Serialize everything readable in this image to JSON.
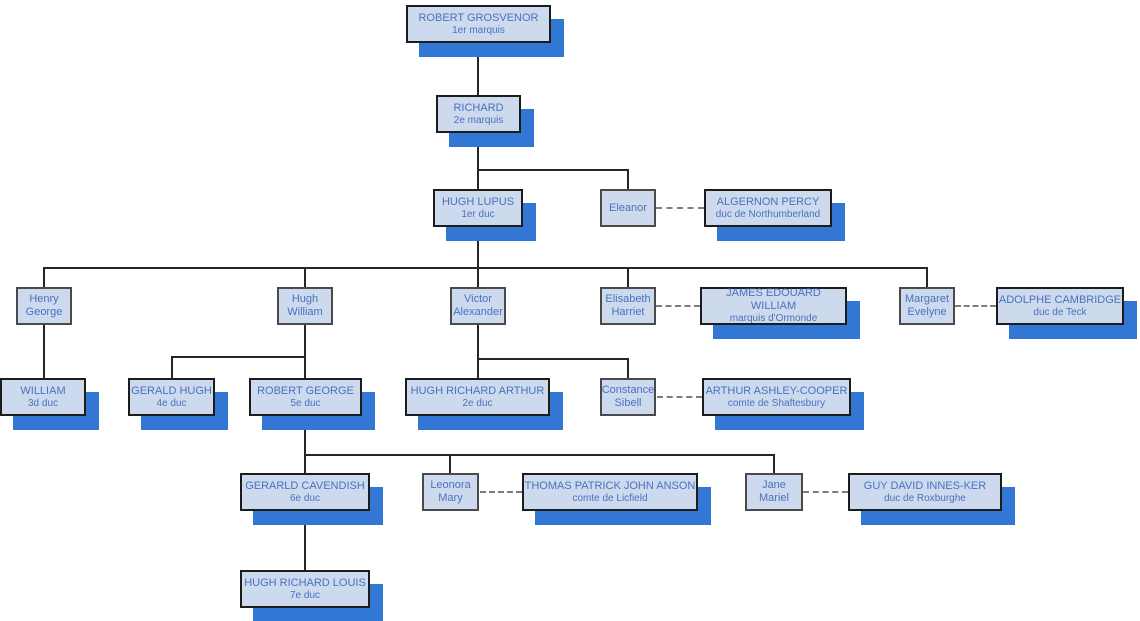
{
  "colors": {
    "box_fill": "#cdd9ec",
    "titled_box_border": "#1c1c1c",
    "small_box_border": "#4a4a4a",
    "box_shadow_blue": "#3377d4",
    "text_blue": "#4a72c0",
    "solid_line": "#262626",
    "dashed_line": "#7d7d7d"
  },
  "people": {
    "robert_grosvenor": {
      "name": "ROBERT GROSVENOR",
      "title": "1er marquis"
    },
    "richard": {
      "name": "RICHARD",
      "title": "2e marquis"
    },
    "hugh_lupus": {
      "name": "HUGH LUPUS",
      "title": "1er duc"
    },
    "eleanor": {
      "name": "Eleanor"
    },
    "algernon_percy": {
      "name": "ALGERNON PERCY",
      "title": "duc de Northumberland"
    },
    "henry_george": {
      "name": "Henry George"
    },
    "hugh_william": {
      "name": "Hugh William"
    },
    "victor_alexander": {
      "name": "Victor Alexander"
    },
    "elisabeth_harriet": {
      "name": "Elisabeth Harriet"
    },
    "james_edouard_william": {
      "name": "JAMES EDOUARD WILLIAM",
      "title": "marquis d'Ormonde"
    },
    "margaret_evelyne": {
      "name": "Margaret Evelyne"
    },
    "adolphe_cambridge": {
      "name": "ADOLPHE CAMBRIDGE",
      "title": "duc de Teck"
    },
    "william": {
      "name": "WILLIAM",
      "title": "3d duc"
    },
    "gerald_hugh": {
      "name": "GERALD HUGH",
      "title": "4e duc"
    },
    "robert_george": {
      "name": "ROBERT GEORGE",
      "title": "5e duc"
    },
    "hugh_richard_arthur": {
      "name": "HUGH RICHARD ARTHUR",
      "title": "2e duc"
    },
    "constance_sibell": {
      "name": "Constance Sibell"
    },
    "arthur_ashley_cooper": {
      "name": "ARTHUR ASHLEY-COOPER",
      "title": "comte de Shaftesbury"
    },
    "gerarld_cavendish": {
      "name": "GERARLD CAVENDISH",
      "title": "6e duc"
    },
    "leonora_mary": {
      "name": "Leonora Mary"
    },
    "thomas_patrick_john_anson": {
      "name": "THOMAS PATRICK JOHN ANSON",
      "title": "comte de Licfield"
    },
    "jane_mariel": {
      "name": "Jane Mariel"
    },
    "guy_david_innes_ker": {
      "name": "GUY DAVID INNES-KER",
      "title": "duc de Roxburghe"
    },
    "hugh_richard_louis": {
      "name": "HUGH RICHARD LOUIS",
      "title": "7e duc"
    }
  }
}
